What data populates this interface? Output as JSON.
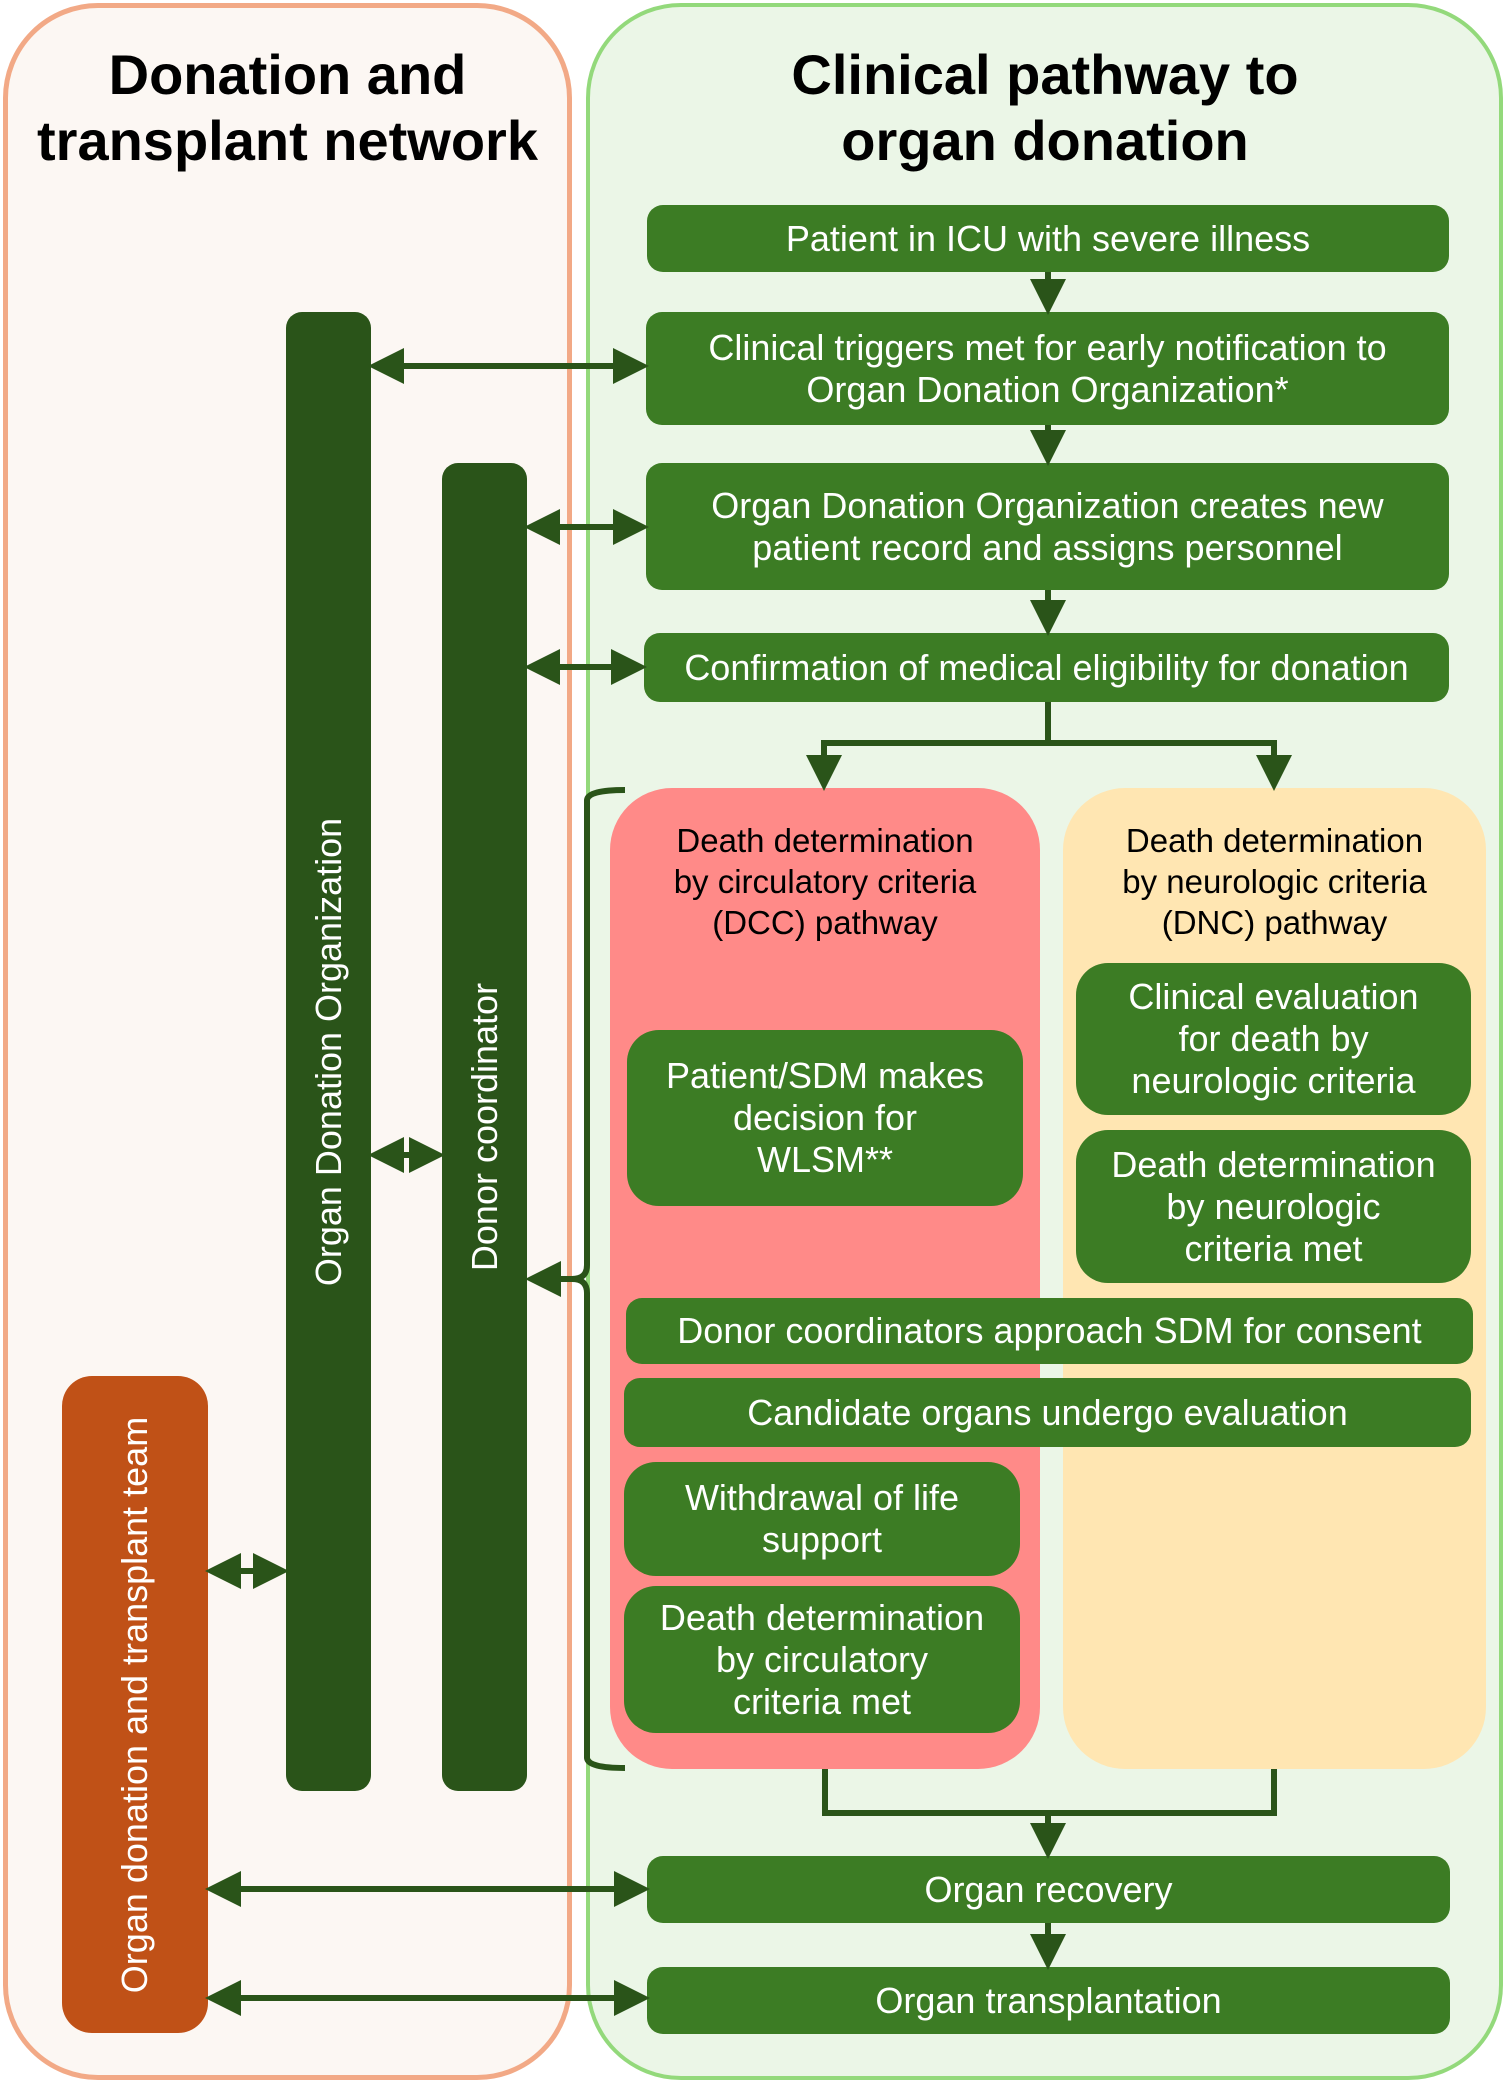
{
  "colors": {
    "network_panel_border": "#F2A986",
    "network_panel_bg": "#FCF7F3",
    "pathway_panel_border": "#93D97B",
    "pathway_panel_bg": "#EBF6E7",
    "step_box": "#3C7C24",
    "role_bar": "#2A5419",
    "transplant_team": "#C05117",
    "dcc_panel": "#FF8A88",
    "dnc_panel": "#FFE6B2",
    "arrow": "#2A5419"
  },
  "network": {
    "title_line1": "Donation and",
    "title_line2": "transplant network",
    "odo_bar": "Organ Donation Organization",
    "donor_coordinator_bar": "Donor coordinator",
    "transplant_team_bar": "Organ donation and transplant team"
  },
  "pathway": {
    "title_line1": "Clinical pathway to",
    "title_line2": "organ donation",
    "steps": {
      "icu": "Patient in ICU with severe illness",
      "triggers_line1": "Clinical triggers met for early notification to",
      "triggers_line2": "Organ Donation Organization*",
      "record_line1": "Organ Donation Organization creates new",
      "record_line2": "patient record and assigns personnel",
      "eligibility": "Confirmation of medical eligibility for donation",
      "consent": "Donor coordinators approach SDM for consent",
      "organ_eval": "Candidate organs undergo evaluation",
      "recovery": "Organ recovery",
      "transplantation": "Organ transplantation"
    },
    "dcc": {
      "title_line1": "Death determination",
      "title_line2": "by circulatory criteria",
      "title_line3": "(DCC) pathway",
      "wlsm_line1": "Patient/SDM makes",
      "wlsm_line2": "decision for",
      "wlsm_line3": "WLSM**",
      "withdrawal_line1": "Withdrawal of life",
      "withdrawal_line2": "support",
      "met_line1": "Death determination",
      "met_line2": "by circulatory",
      "met_line3": "criteria met"
    },
    "dnc": {
      "title_line1": "Death determination",
      "title_line2": "by neurologic criteria",
      "title_line3": "(DNC) pathway",
      "eval_line1": "Clinical evaluation",
      "eval_line2": "for death by",
      "eval_line3": "neurologic criteria",
      "met_line1": "Death determination",
      "met_line2": "by neurologic",
      "met_line3": "criteria met"
    }
  }
}
